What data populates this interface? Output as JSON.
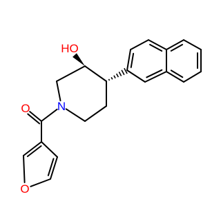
{
  "molecule": {
    "atom_labels": {
      "hydroxyl": "HO",
      "carbonyl_oxygen": "O",
      "ring_nitrogen": "N",
      "furan_oxygen": "O"
    },
    "colors": {
      "bond": "#000000",
      "oxygen": "#ff0000",
      "nitrogen": "#0000ff",
      "background": "#ffffff"
    },
    "stereo_bonds": {
      "c3_oh": "wedge",
      "c4_naphthyl": "hash"
    }
  }
}
